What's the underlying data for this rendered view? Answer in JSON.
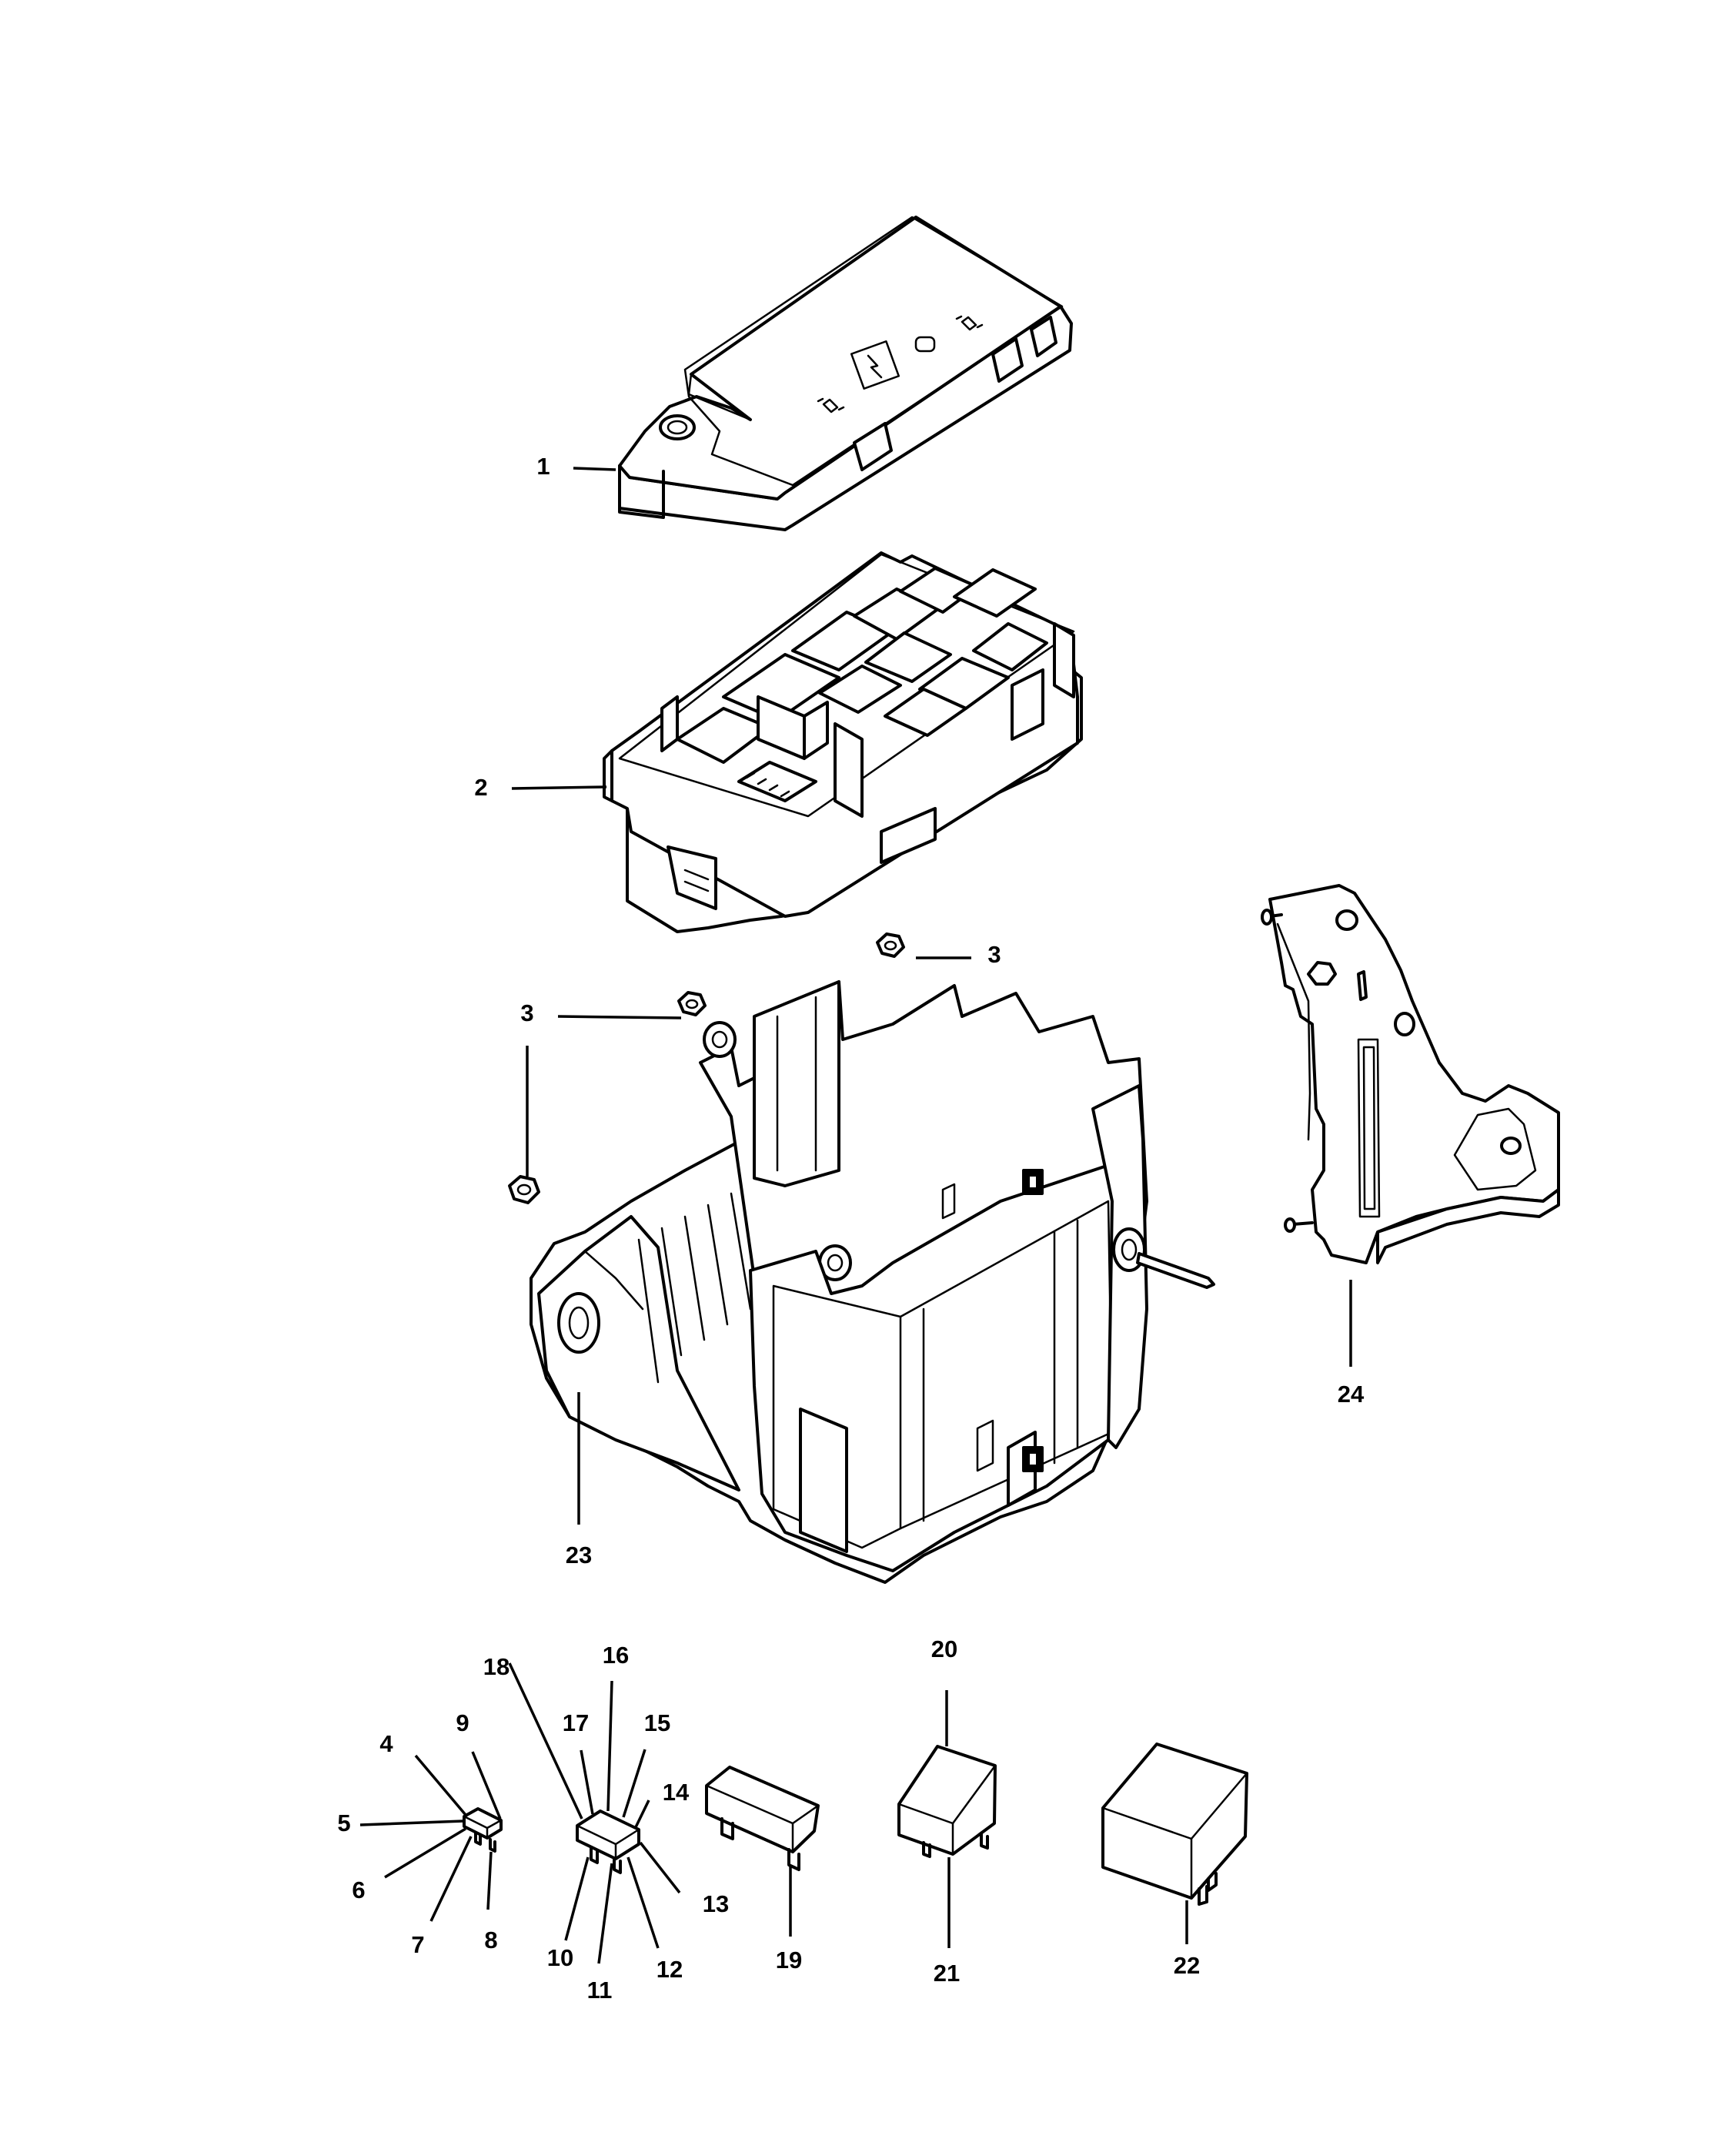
{
  "callouts": [
    {
      "id": "1",
      "label": "1"
    },
    {
      "id": "2",
      "label": "2"
    },
    {
      "id": "3a",
      "label": "3"
    },
    {
      "id": "3b",
      "label": "3"
    },
    {
      "id": "4",
      "label": "4"
    },
    {
      "id": "5",
      "label": "5"
    },
    {
      "id": "6",
      "label": "6"
    },
    {
      "id": "7",
      "label": "7"
    },
    {
      "id": "8",
      "label": "8"
    },
    {
      "id": "9",
      "label": "9"
    },
    {
      "id": "10",
      "label": "10"
    },
    {
      "id": "11",
      "label": "11"
    },
    {
      "id": "12",
      "label": "12"
    },
    {
      "id": "13",
      "label": "13"
    },
    {
      "id": "14",
      "label": "14"
    },
    {
      "id": "15",
      "label": "15"
    },
    {
      "id": "16",
      "label": "16"
    },
    {
      "id": "17",
      "label": "17"
    },
    {
      "id": "18",
      "label": "18"
    },
    {
      "id": "19",
      "label": "19"
    },
    {
      "id": "20",
      "label": "20"
    },
    {
      "id": "21",
      "label": "21"
    },
    {
      "id": "22",
      "label": "22"
    },
    {
      "id": "23",
      "label": "23"
    },
    {
      "id": "24",
      "label": "24"
    }
  ]
}
